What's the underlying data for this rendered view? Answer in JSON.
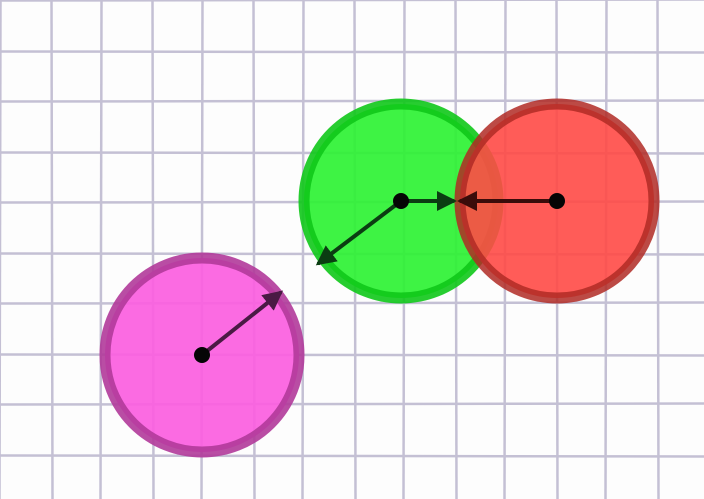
{
  "scene": {
    "background": "#fdfdfd",
    "grid_color": "#c4c0d4",
    "center_color": "#050505",
    "arrow_color": "#1f1f1f"
  },
  "balls": [
    {
      "id": "magenta",
      "fill": "#fb5ee0",
      "stroke": "#b13a9a",
      "arrows": [
        {
          "to": "up-right",
          "color": "#4a1a44"
        }
      ]
    },
    {
      "id": "green",
      "fill": "#2ef234",
      "stroke": "#0fc81a",
      "arrows": [
        {
          "to": "right",
          "color": "#0b3d12"
        },
        {
          "to": "down-left",
          "color": "#0b3d12"
        }
      ]
    },
    {
      "id": "red",
      "fill": "#ff5050",
      "stroke": "#b8302b",
      "arrows": [
        {
          "to": "left",
          "color": "#3a0c0a"
        }
      ]
    }
  ]
}
